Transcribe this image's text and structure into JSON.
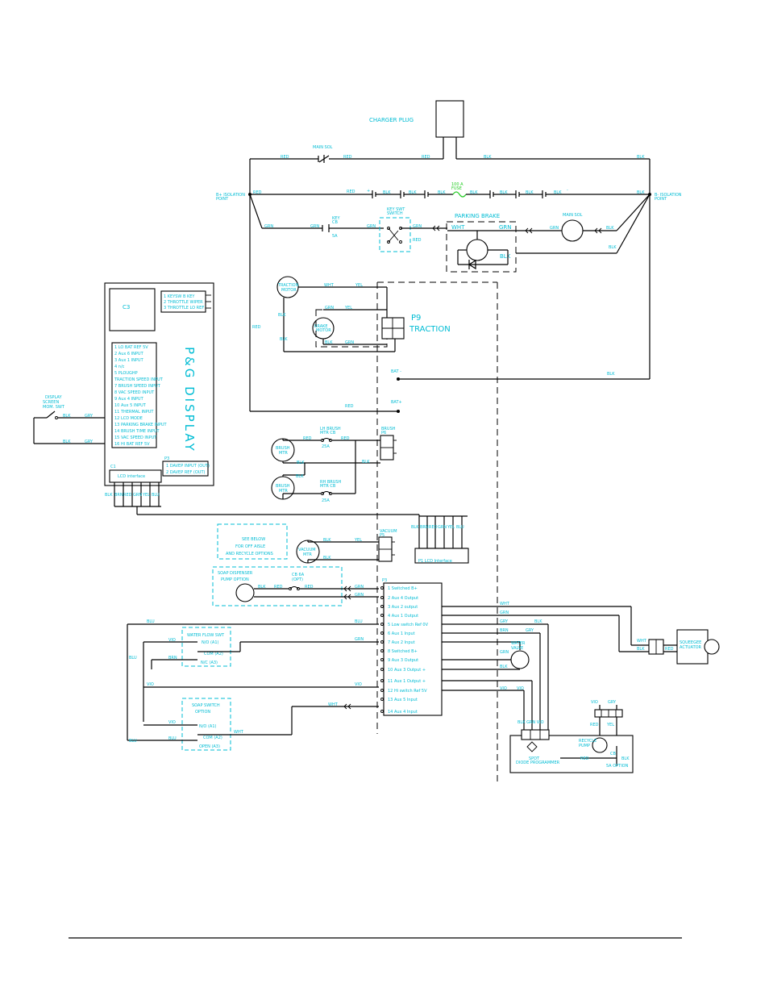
{
  "charger": {
    "label": "CHARGER PLUG"
  },
  "top_circuit": {
    "main_sol": "MAIN SOL",
    "wire_red": "RED",
    "wire_blk": "BLK",
    "b_plus": "B+ ISOLATION",
    "b_plus_sub": "POINT",
    "b_minus": "B- ISOLATION",
    "b_minus_sub": "POINT",
    "fuse": "100 A",
    "fuse_sub": "FUSE",
    "plus": "+",
    "minus": "-"
  },
  "key_circuit": {
    "grn": "GRN",
    "ck_label": "KEY",
    "ck_sub": "CB",
    "ck_amp": "5A",
    "key_switch": "KEY SWT",
    "key_switch_sub": "SWITCH",
    "red": "RED",
    "parking_brake": "PARKING BRAKE",
    "wht": "WHT",
    "pb_grn": "GRN",
    "pb_blk": "BLK",
    "main_sol": "MAIN SOL",
    "grn2": "GRN",
    "blk": "BLK"
  },
  "traction": {
    "tm_label": "TRACTION",
    "tm_sub": "MOTOR",
    "wht": "WHT",
    "yel": "YEL",
    "blk": "BLK",
    "red": "RED",
    "blk2": "BLK",
    "grn": "GRN",
    "motor2": "BRAKE",
    "motor2_sub": "MOTOR",
    "p9": "P9",
    "p9_sub": "TRACTION",
    "grn2": "GRN",
    "blk3": "BLK",
    "bat_minus": "BAT -",
    "bat_plus": "BAT+",
    "red2": "RED",
    "blk4": "BLK"
  },
  "display": {
    "c3": "C3",
    "title": "P&G DISPLAY",
    "p2_rows": [
      "1 KEYSW B KEY",
      "2 THROTTLE WIPER",
      "3 THROTTLE LO REF"
    ],
    "p1_rows": [
      "1 LO BAT REF 5V",
      "2 Aux 6 INPUT",
      "3 Aux 1 INPUT",
      "4 n/c",
      "5 PLOUGHP",
      "TRACTION SPEED INPUT",
      "7 BRUSH SPEED INPUT",
      "8 VAC SPEED INPUT",
      "9 Aux 4 INPUT",
      "10 Aux 5 INPUT",
      "11 THERMAL INPUT",
      "12 LCD MODE",
      "13 PARKING BRAKE INPUT",
      "14 BRUSH TIME INPUT",
      "15 VAC SPEED INPUT",
      "16 HI BAT REF 5V"
    ],
    "c1": "C1",
    "c1_label": "LCD interface",
    "p3": "P3",
    "p3_rows": [
      "1 DAVEP INPUT (OUT)",
      "2 DAVEP REF (OUT)"
    ],
    "c1_pins": [
      "BLK",
      "BRN",
      "RED",
      "GRN",
      "YEL",
      "BLU"
    ],
    "disp_sw": "DISPLAY",
    "disp_sw2": "SCREEN",
    "disp_sw3": "MOM. SWT",
    "blk": "BLK",
    "grn": "GRY",
    "blk2": "BLK",
    "grn2": "GRY"
  },
  "brush": {
    "lh_label": "LH BRUSH",
    "lh_sub": "MTR CB",
    "red": "RED",
    "red2": "RED",
    "amp1": "25A",
    "motor1": "BRUSH",
    "motor1_sub": "MTR",
    "blk": "BLK",
    "blk2": "BLK",
    "motor2": "BRUSH",
    "motor2_sub": "MTR",
    "rh_label": "RH BRUSH",
    "rh_sub": "MTR CB",
    "blk3": "BLK",
    "red3": "RED",
    "amp2": "25A",
    "conn": "BRUSH",
    "conn_sub": "P6"
  },
  "vacuum": {
    "note1": "SEE BELOW",
    "note2": "FOR OFF AISLE",
    "note3": "AND RECYCLE OPTIONS",
    "motor": "VACUUM",
    "motor_sub": "MTR",
    "blk": "BLK",
    "yel": "YEL",
    "conn": "VACUUM",
    "conn_sub": "P5",
    "blk2": "BLK",
    "p1_pins": [
      "BLK",
      "BRN",
      "RED",
      "GRN",
      "YEL",
      "BLU"
    ],
    "p1_label": "P1 LCD Interface"
  },
  "soap": {
    "label": "SOAP DISPENSER",
    "label2": "PUMP OPTION",
    "cb": "CB 6A",
    "cb_sub": "(OPT)",
    "blk": "BLK",
    "red": "RED",
    "red2": "RED",
    "grn": "GRN",
    "grn2": "GRN",
    "p3": "P3"
  },
  "p3_terminals": [
    "1 Switched B+",
    "2 Aux 4 Output",
    "3 Aux 2 output",
    "4 Aux 1 Output",
    "5 Low switch Ref 0V",
    "6 Aux 1 Input",
    "7 Aux 2 Input",
    "8 Switched B+",
    "9 Aux 3 Output",
    "10 Aux 3 Output +",
    "11 Aux 1 Output +",
    "12 Hi switch Ref 5V",
    "13 Aux 5 Input",
    "14 Aux 4 Input"
  ],
  "lower": {
    "blu": "BLU",
    "blu2": "BLU",
    "wfs": "WATER FLOW SWT",
    "vio": "VIO",
    "no": "N/O (A1)",
    "com": "COM (A2)",
    "nc": "N/C (A3)",
    "grn": "GRN",
    "brn": "BRN",
    "blu3": "BLU",
    "vio2": "VIO",
    "vio3": "VIO",
    "soap_sw": "SOAP SWITCH",
    "soap_sw2": "OPTION",
    "vio4": "VIO",
    "wht": "WHT",
    "wht2": "WHT",
    "no2": "N/O (A1)",
    "com2": "COM (A2)",
    "nc2": "OPEN (A3)",
    "blu4": "BLU",
    "blu5": "BLU",
    "wht3": "WHT",
    "grn2": "GRN",
    "gry": "GRY",
    "brn2": "BRN",
    "blk": "BLK",
    "gry2": "GRY",
    "water_valve": "WATER",
    "water_valve_sub": "VALVE",
    "grn3": "GRN",
    "blk2": "BLK",
    "vio5": "VIO",
    "vio6": "VIO",
    "squeegee": "SQUEEGEE",
    "squeegee_sub": "ACTUATOR",
    "wht4": "WHT",
    "blk3": "BLK",
    "red": "RED",
    "vio7": "VIO",
    "gry3": "GRY",
    "red2": "RED",
    "yel": "YEL",
    "bridge_top": "BLK GRN VIO",
    "bridge": "SPDT",
    "bridge_sub": "DIODE PROGRAMMER",
    "recycle": "RECYCLE",
    "recycle_sub": "PUMP",
    "red3": "RED",
    "cb": "CB",
    "cb_sub": "5A OPTION",
    "blk4": "BLK"
  }
}
